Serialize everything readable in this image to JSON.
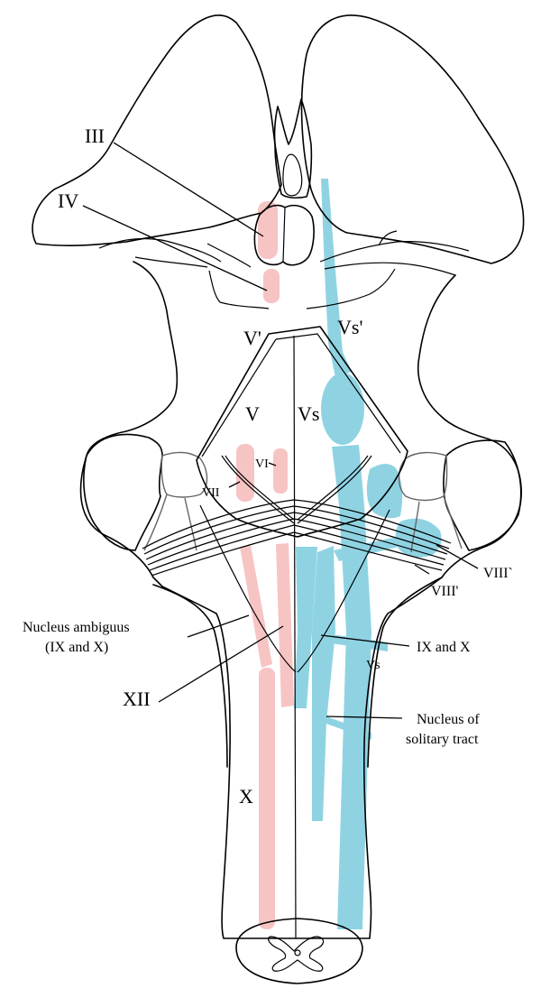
{
  "colors": {
    "motor": "#f7c4c4",
    "sensory": "#8fd3e3",
    "outline": "#000000"
  },
  "labels": {
    "III": "III",
    "IV": "IV",
    "V_prime": "V'",
    "V": "V",
    "Vs_prime": "Vs'",
    "Vs_mid": "Vs",
    "VI": "VI",
    "VII": "VII",
    "VIII_a": "VIII`",
    "VIII_b": "VIII'",
    "nucleus_ambiguus_1": "Nucleus ambiguus",
    "nucleus_ambiguus_2": "(IX and X)",
    "IX_and_X": "IX and X",
    "Vs_small": "Vs",
    "XII": "XII",
    "nucleus_solitary_1": "Nucleus of",
    "nucleus_solitary_2": "solitary tract",
    "X": "X"
  }
}
